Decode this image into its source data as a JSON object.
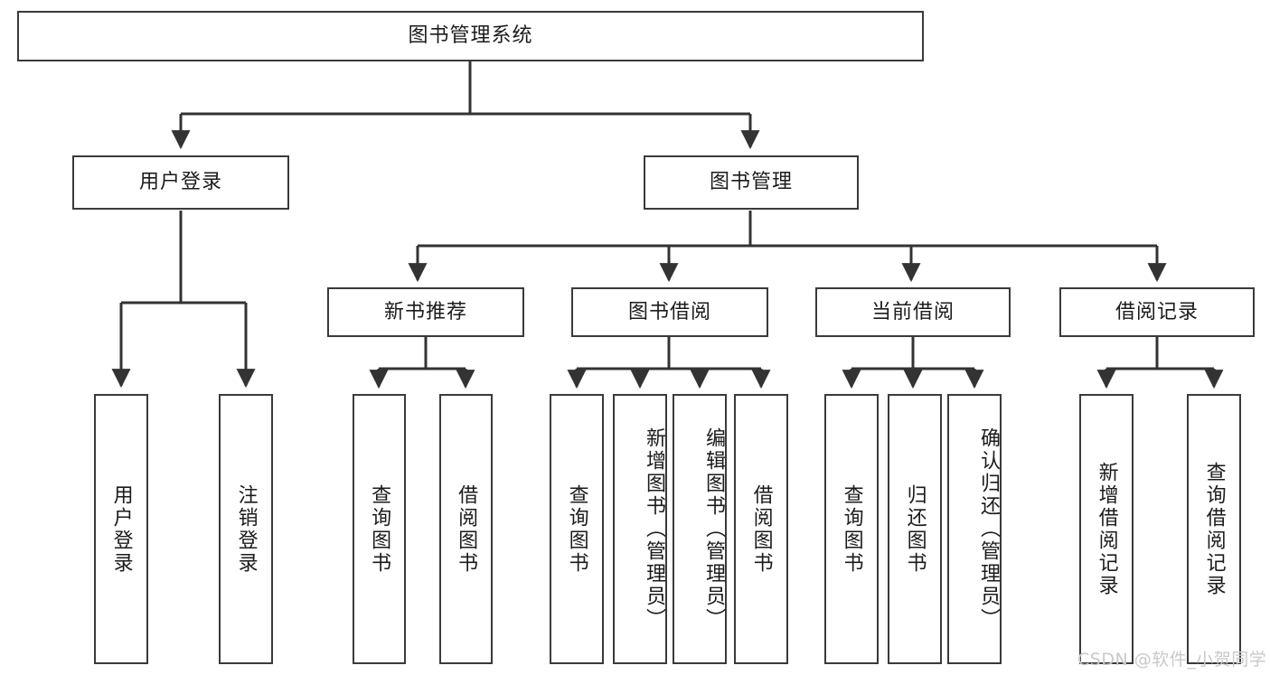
{
  "diagram": {
    "title": "图书管理系统",
    "watermark": "CSDN @软件_小贺同学",
    "colors": {
      "border": "#3a3a3a",
      "text": "#1b1b1b",
      "background": "#ffffff",
      "edge": "#333333",
      "watermark": "#c9c9c9"
    },
    "nodes": {
      "root": {
        "label": "图书管理系统"
      },
      "level2": [
        {
          "label": "用户登录"
        },
        {
          "label": "图书管理"
        }
      ],
      "level3": [
        {
          "label": "新书推荐"
        },
        {
          "label": "图书借阅"
        },
        {
          "label": "当前借阅"
        },
        {
          "label": "借阅记录"
        }
      ],
      "leaves_user_login": [
        {
          "label": "用户登录"
        },
        {
          "label": "注销登录"
        }
      ],
      "leaves_new_book": [
        {
          "label": "查询图书"
        },
        {
          "label": "借阅图书"
        }
      ],
      "leaves_borrow": [
        {
          "label": "查询图书"
        },
        {
          "label": "新增图书（管理员）"
        },
        {
          "label": "编辑图书（管理员）"
        },
        {
          "label": "借阅图书"
        }
      ],
      "leaves_current": [
        {
          "label": "查询图书"
        },
        {
          "label": "归还图书"
        },
        {
          "label": "确认归还（管理员）"
        }
      ],
      "leaves_records": [
        {
          "label": "新增借阅记录"
        },
        {
          "label": "查询借阅记录"
        }
      ]
    }
  }
}
